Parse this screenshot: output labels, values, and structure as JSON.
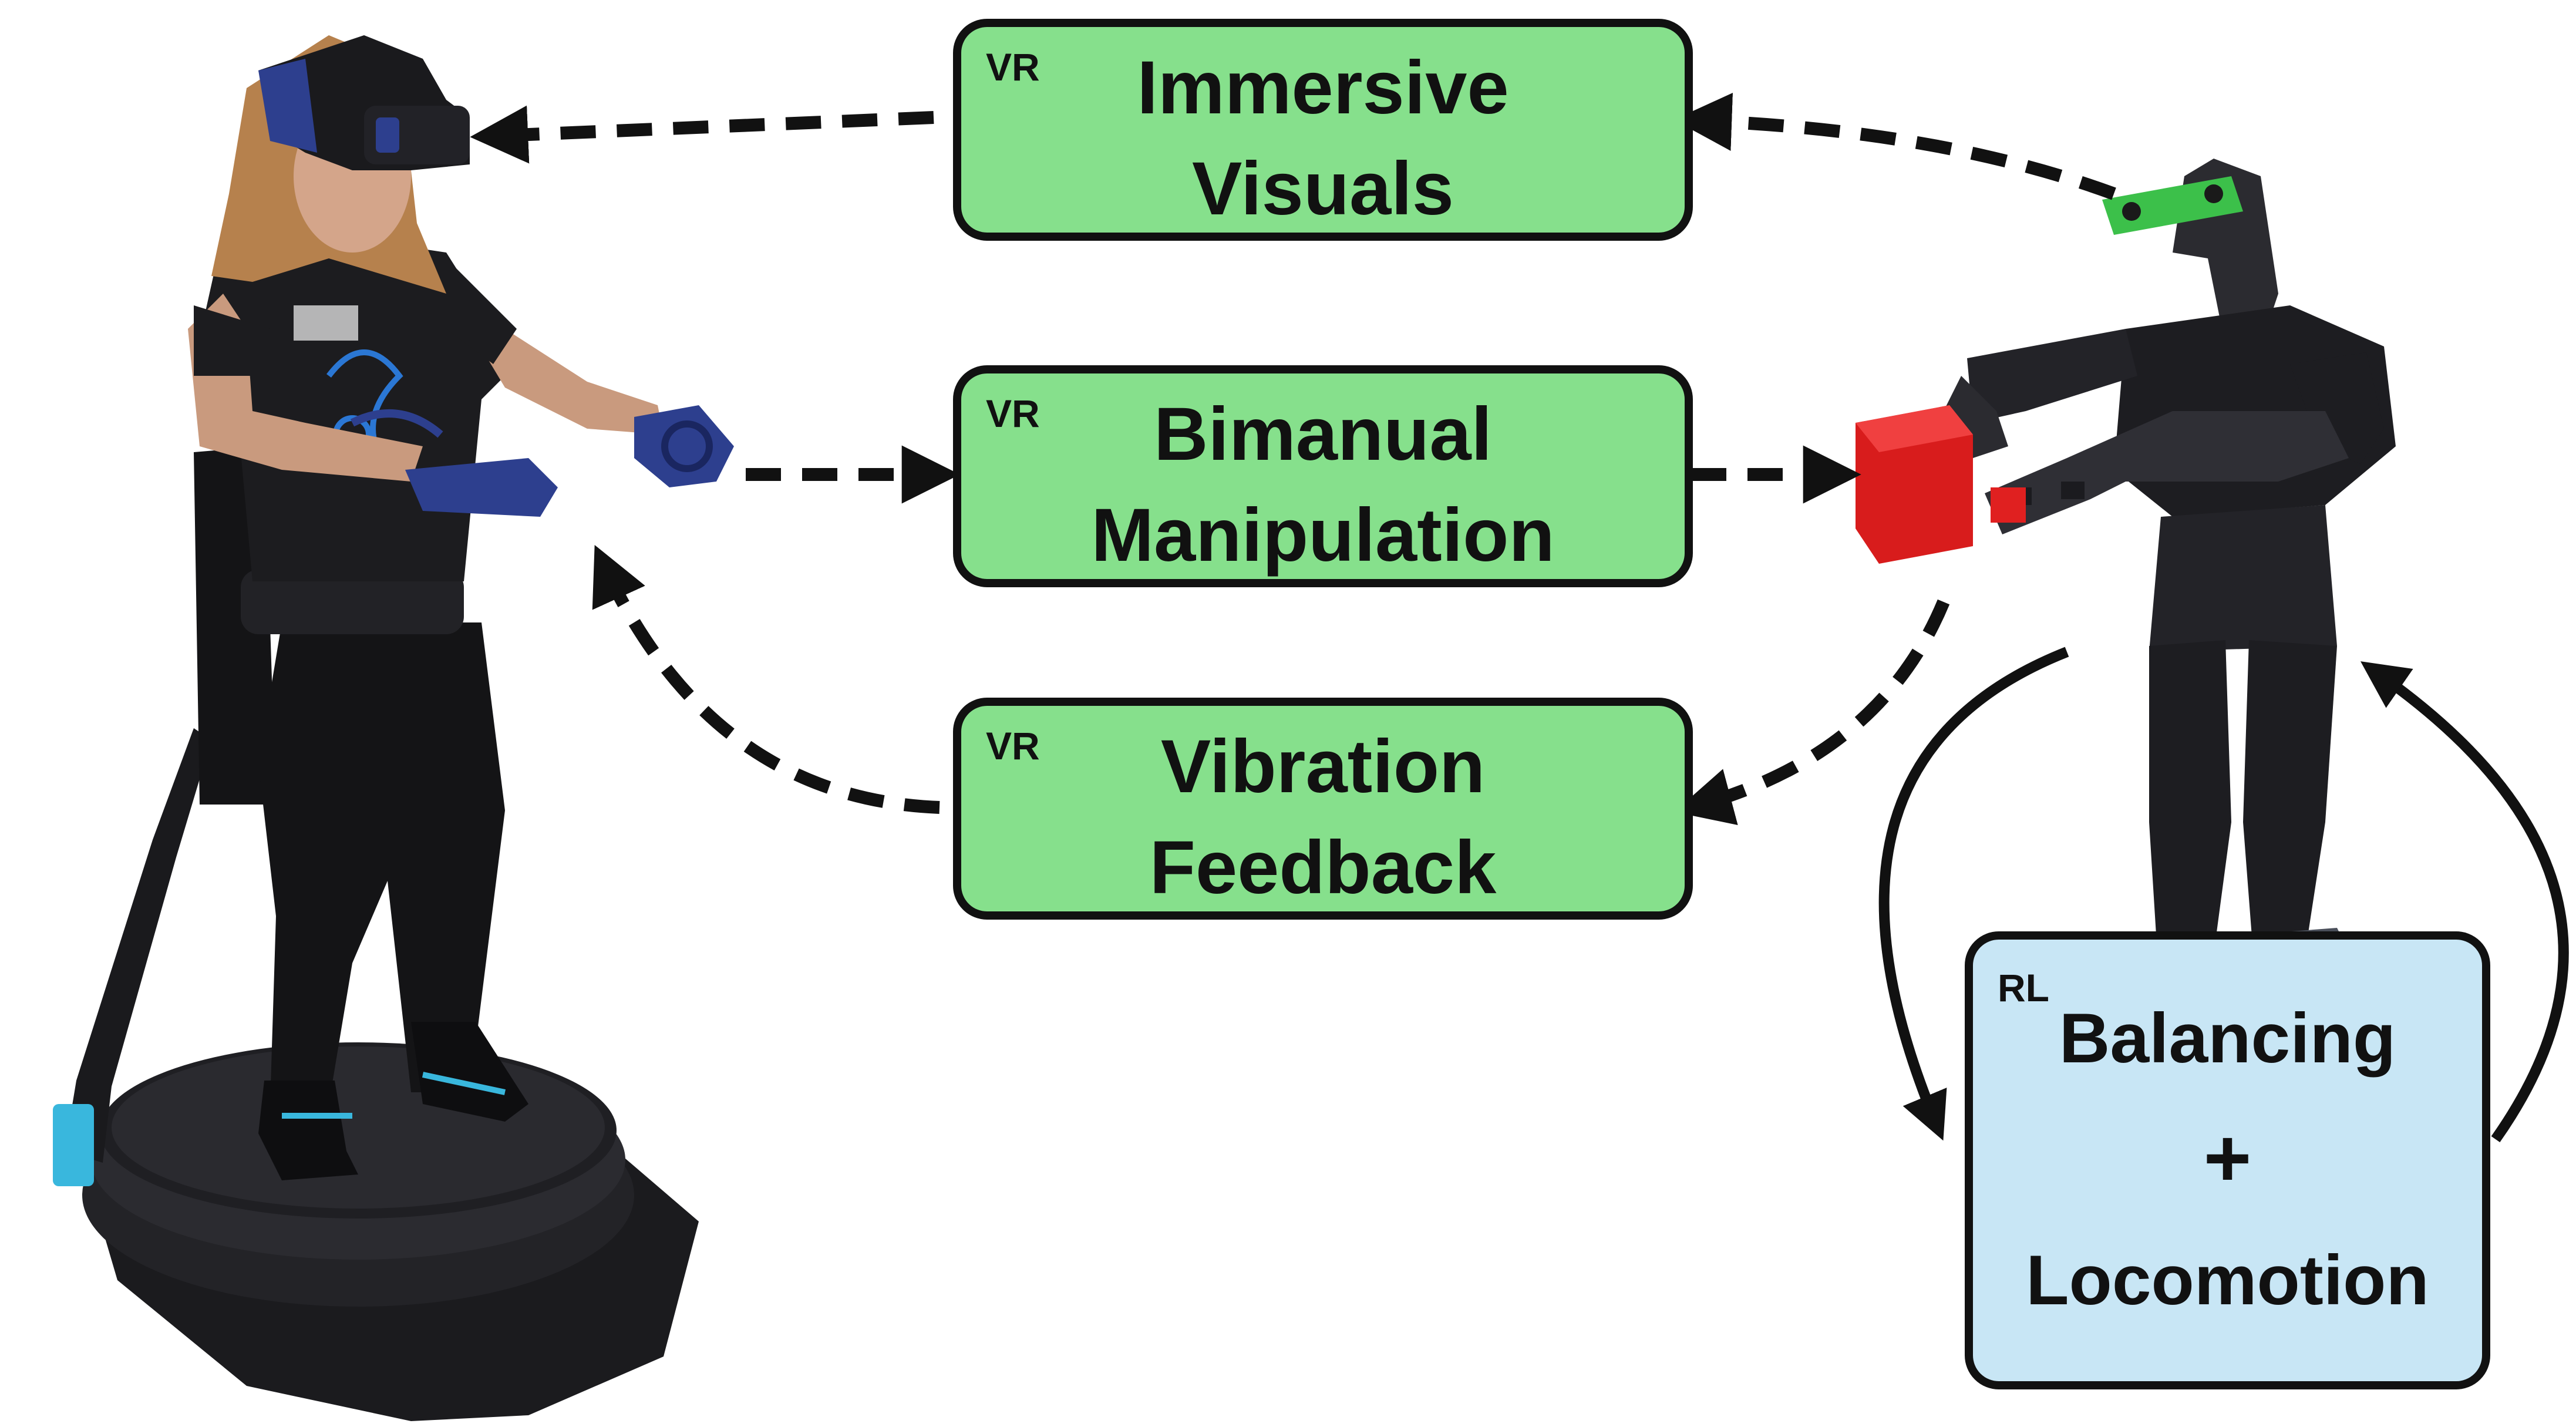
{
  "figure": {
    "vr_boxes": [
      {
        "tag": "VR",
        "line1": "Immersive",
        "line2": "Visuals"
      },
      {
        "tag": "VR",
        "line1": "Bimanual",
        "line2": "Manipulation"
      },
      {
        "tag": "VR",
        "line1": "Vibration",
        "line2": "Feedback"
      }
    ],
    "rl_box": {
      "tag": "RL",
      "line1": "Balancing",
      "line2": "+",
      "line3": "Locomotion"
    },
    "colors": {
      "vr_box_fill": "#86e08c",
      "rl_box_fill": "#c8e6f5",
      "outline": "#111111",
      "block_red": "#e02020",
      "sensor_green": "#3cc04a",
      "robot_body": "#2b2b30",
      "headset_blue": "#2d3f8e"
    },
    "icons": [
      "vr-user-photo",
      "vr-headset-icon",
      "vr-controller-icon",
      "treadmill-base",
      "humanoid-robot",
      "red-cube"
    ]
  }
}
